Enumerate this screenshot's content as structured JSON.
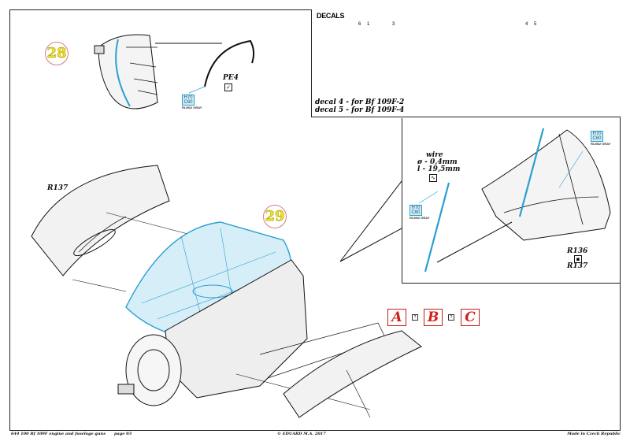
{
  "decals": {
    "title": "DECALS",
    "callouts": [
      "6",
      "1",
      "3",
      "4",
      "5"
    ],
    "notes": [
      "decal 4 - for Bf 109F-2",
      "decal 5 - for Bf 109F-4"
    ]
  },
  "steps": [
    {
      "number": "28"
    },
    {
      "number": "29"
    }
  ],
  "parts": {
    "pe4": "PE4",
    "r137_left": "R137",
    "r136": "R136",
    "r137_right": "R137"
  },
  "wire": {
    "title": "wire",
    "diameter": "ø - 0,4mm",
    "length": "l - 19,5mm"
  },
  "paint": {
    "code_h": "H70",
    "code_c": "C60",
    "name": "RLM02 GRAY"
  },
  "versions": [
    "A",
    "B",
    "C"
  ],
  "colors": {
    "paint_blue": "#2a9fd0",
    "version_red": "#d0201a",
    "step_yellow": "#f2e21c"
  },
  "footer": {
    "kit": "644 100  Bf 109F engine and fuselage guns",
    "page": "page 03",
    "copyright": "© EDUARD  M.A. 2017",
    "made_in": "Made in Czech Republic"
  }
}
